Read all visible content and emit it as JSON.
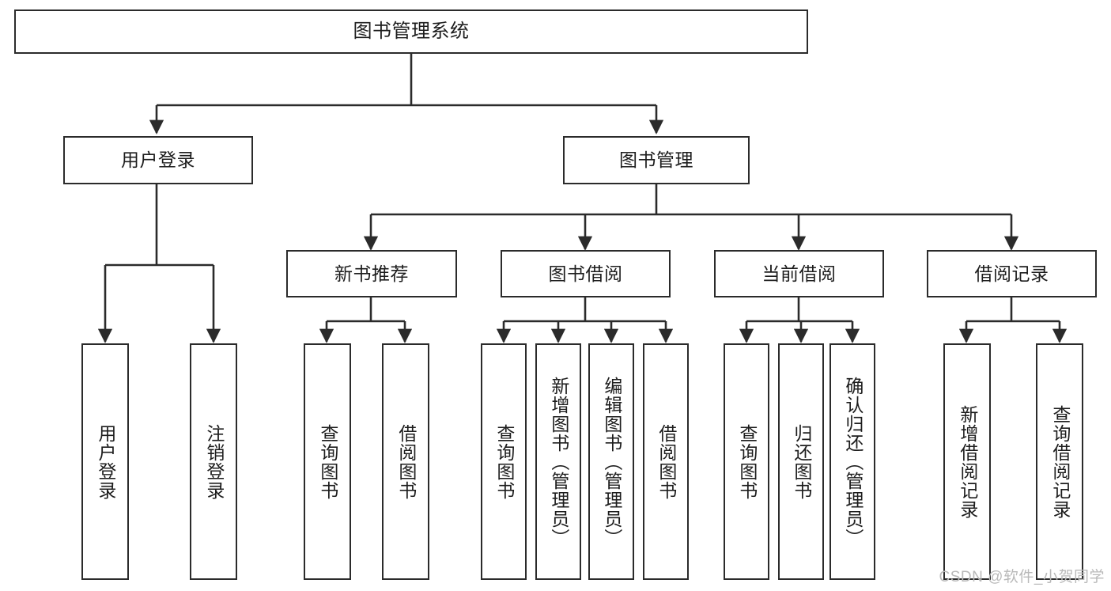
{
  "diagram": {
    "title": "图书管理系统",
    "watermark": "CSDN @软件_小贺同学",
    "colors": {
      "stroke": "#2b2b2b",
      "fill": "#ffffff",
      "text": "#1d1d1d",
      "watermark": "#b9b9b9",
      "background": "#ffffff"
    },
    "root": {
      "label": "图书管理系统"
    },
    "level1": [
      {
        "label": "用户登录"
      },
      {
        "label": "图书管理"
      }
    ],
    "level2": [
      {
        "label": "新书推荐"
      },
      {
        "label": "图书借阅"
      },
      {
        "label": "当前借阅"
      },
      {
        "label": "借阅记录"
      }
    ],
    "leaves": {
      "user_login": [
        {
          "label": "用户登录"
        },
        {
          "label": "注销登录"
        }
      ],
      "new_book_recommend": [
        {
          "label": "查询图书"
        },
        {
          "label": "借阅图书"
        }
      ],
      "book_borrow": [
        {
          "label": "查询图书"
        },
        {
          "label": "新增图书（管理员）"
        },
        {
          "label": "编辑图书（管理员）"
        },
        {
          "label": "借阅图书"
        }
      ],
      "current_borrow": [
        {
          "label": "查询图书"
        },
        {
          "label": "归还图书"
        },
        {
          "label": "确认归还（管理员）"
        }
      ],
      "borrow_record": [
        {
          "label": "新增借阅记录"
        },
        {
          "label": "查询借阅记录"
        }
      ]
    }
  }
}
